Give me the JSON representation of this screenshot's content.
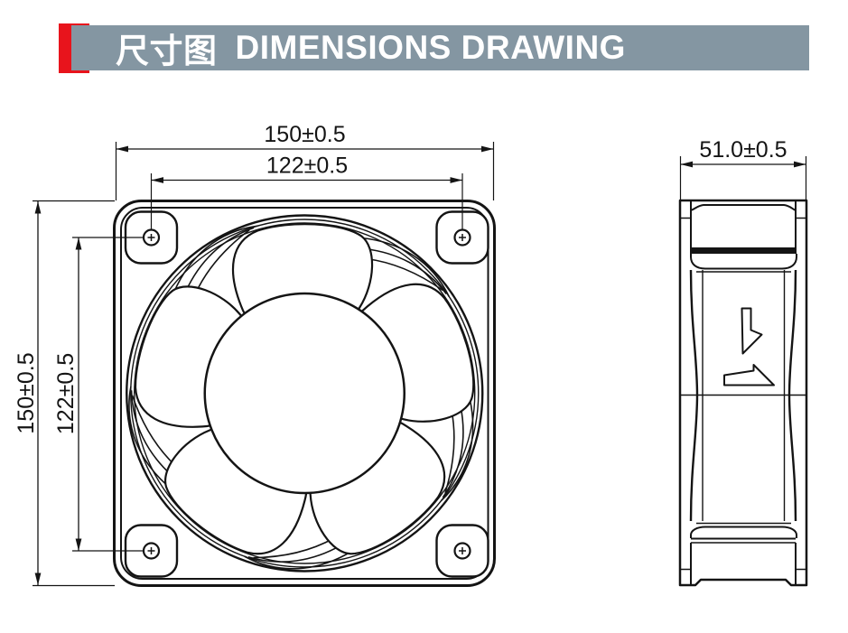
{
  "header": {
    "title_zh": "尺寸图",
    "title_en": "DIMENSIONS DRAWING",
    "colors": {
      "accent_red": "#e8141c",
      "banner_gray": "#8496a2",
      "title_text": "#ffffff"
    }
  },
  "drawing": {
    "line_color": "#141414",
    "background": "#ffffff",
    "front_view": {
      "blade_count": 5,
      "mounting_hole_count": 4,
      "dimensions": {
        "outer_width": "150±0.5",
        "outer_height": "150±0.5",
        "hole_pitch_horizontal": "122±0.5",
        "hole_pitch_vertical": "122±0.5"
      }
    },
    "side_view": {
      "dimensions": {
        "depth": "51.0±0.5"
      }
    }
  }
}
